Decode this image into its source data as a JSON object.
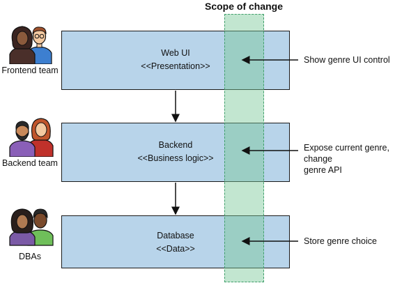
{
  "scope": {
    "title": "Scope of change"
  },
  "layers": [
    {
      "name": "Web UI",
      "stereotype": "<<Presentation>>"
    },
    {
      "name": "Backend",
      "stereotype": "<<Business logic>>"
    },
    {
      "name": "Database",
      "stereotype": "<<Data>>"
    }
  ],
  "notes": [
    {
      "line1": "Show genre UI control",
      "line2": ""
    },
    {
      "line1": "Expose current genre, change",
      "line2": "genre API"
    },
    {
      "line1": "Store genre choice",
      "line2": ""
    }
  ],
  "teams": [
    {
      "label": "Frontend team"
    },
    {
      "label": "Backend team"
    },
    {
      "label": "DBAs"
    }
  ],
  "colors": {
    "layer_fill": "#b8d4ea",
    "scope_fill": "#a5dcbf",
    "scope_border": "#3f9e6a"
  }
}
